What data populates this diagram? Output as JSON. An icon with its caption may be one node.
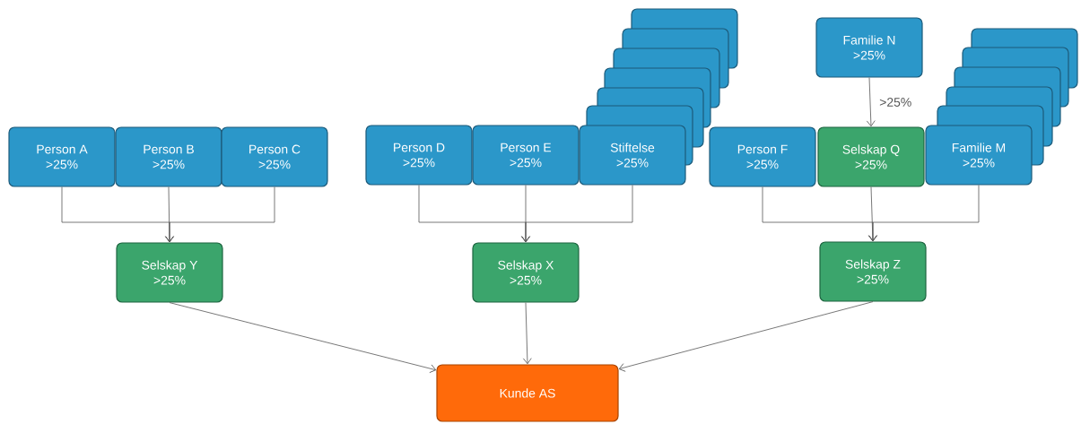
{
  "diagram": {
    "nodes": [
      {
        "text": [
          "Person A",
          ">25%"
        ]
      },
      {
        "text": [
          "Person B",
          ">25%"
        ]
      },
      {
        "text": [
          "Person C",
          ">25%"
        ]
      },
      {
        "text": [
          "Person D",
          ">25%"
        ]
      },
      {
        "text": [
          "Person E",
          ">25%"
        ]
      },
      {
        "text": [
          "Stiftelse",
          ">25%"
        ]
      },
      {
        "text": [
          "Person F",
          ">25%"
        ]
      },
      {
        "text": [
          "Selskap Q",
          ">25%"
        ]
      },
      {
        "text": [
          "Familie M",
          ">25%"
        ]
      },
      {
        "text": [
          "Familie N",
          ">25%"
        ]
      },
      {
        "text": [
          "Selskap Y",
          ">25%"
        ]
      },
      {
        "text": [
          "Selskap X",
          ">25%"
        ]
      },
      {
        "text": [
          "Selskap Z",
          ">25%"
        ]
      },
      {
        "text": [
          "Kunde AS"
        ]
      },
      {
        "text": [],
        "shape": "box"
      },
      {
        "text": [],
        "shape": "box"
      },
      {
        "text": [],
        "shape": "box"
      },
      {
        "text": [],
        "shape": "box"
      },
      {
        "text": [],
        "shape": "box"
      },
      {
        "text": [],
        "shape": "box"
      },
      {
        "text": [],
        "shape": "box"
      },
      {
        "text": [],
        "shape": "box"
      },
      {
        "text": [],
        "shape": "box"
      },
      {
        "text": [],
        "shape": "box"
      },
      {
        "text": [],
        "shape": "box"
      }
    ],
    "edges": [
      {
        "from": 0,
        "to": 10,
        "arrow": "to"
      },
      {
        "from": 1,
        "to": 10,
        "arrow": "to"
      },
      {
        "from": 2,
        "to": 10,
        "arrow": "to"
      },
      {
        "from": 3,
        "to": 11,
        "arrow": "to"
      },
      {
        "from": 4,
        "to": 11,
        "arrow": "to"
      },
      {
        "from": 5,
        "to": 11,
        "arrow": "to"
      },
      {
        "from": 9,
        "to": 7,
        "arrow": "to",
        "label": ">25%"
      },
      {
        "from": 6,
        "to": 12,
        "arrow": "to"
      },
      {
        "from": 7,
        "to": 12,
        "arrow": "to"
      },
      {
        "from": 8,
        "to": 12,
        "arrow": "to"
      },
      {
        "from": 10,
        "to": 13,
        "arrow": "to"
      },
      {
        "from": 11,
        "to": 13,
        "arrow": "to"
      },
      {
        "from": 12,
        "to": 13,
        "arrow": "to"
      }
    ]
  }
}
